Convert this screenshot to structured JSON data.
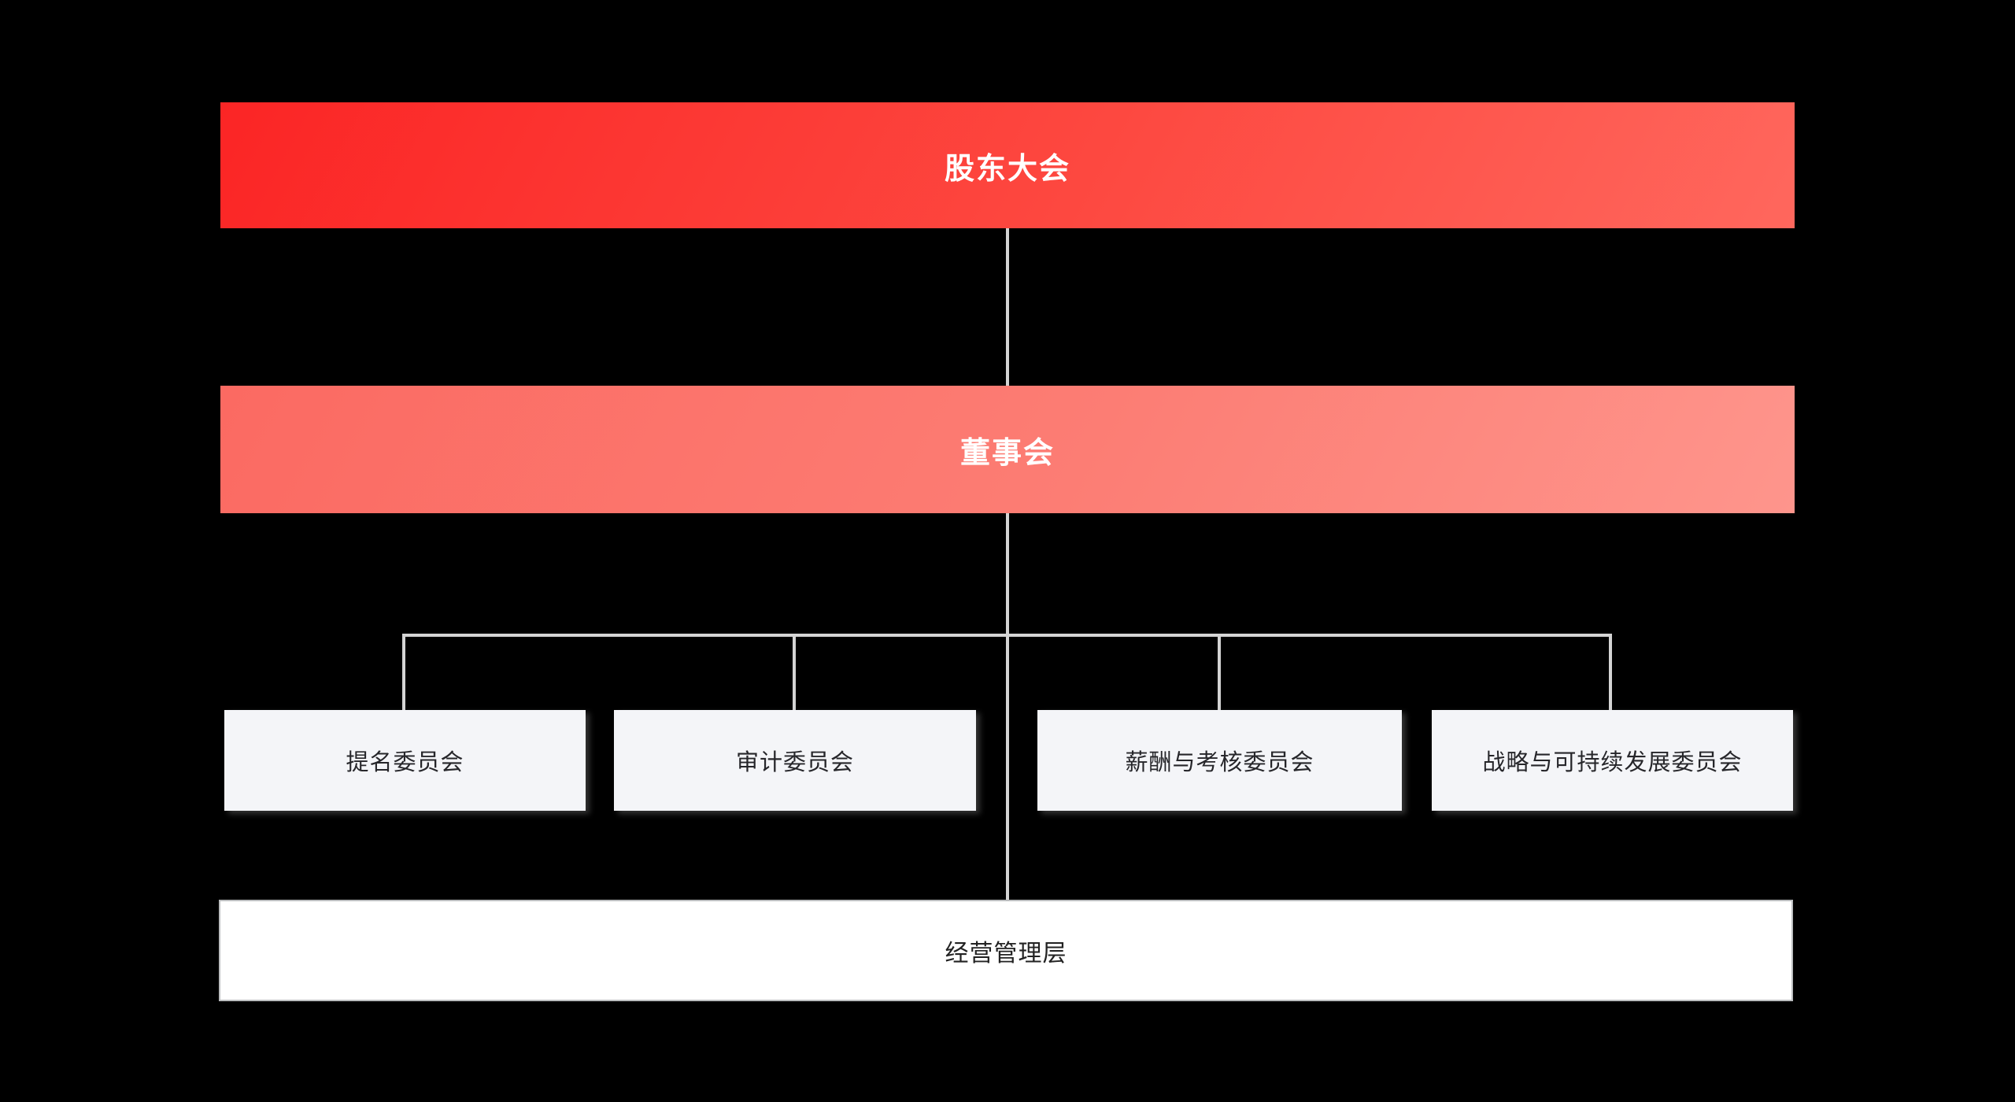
{
  "diagram": {
    "type": "org-chart",
    "description": "corporate governance structure",
    "background": "#000000",
    "connector_color": "#d4d4d4",
    "nodes": {
      "shareholders": {
        "label": "股东大会",
        "gradient_from": "#fb2525",
        "gradient_to": "#ff675d",
        "text_color": "#ffffff"
      },
      "board": {
        "label": "董事会",
        "gradient_from": "#fb6a62",
        "gradient_to": "#fe958c",
        "text_color": "#ffffff"
      },
      "committees": [
        {
          "label": "提名委员会"
        },
        {
          "label": "审计委员会"
        },
        {
          "label": "薪酬与考核委员会"
        },
        {
          "label": "战略与可持续发展委员会"
        }
      ],
      "committee_style": {
        "fill": "#f4f5f8",
        "text_color": "#26262a"
      },
      "management": {
        "label": "经营管理层",
        "fill": "#ffffff",
        "border_color": "#bbbdbf",
        "text_color": "#222222"
      }
    },
    "edges": [
      {
        "from": "股东大会",
        "to": "董事会"
      },
      {
        "from": "董事会",
        "to": "提名委员会"
      },
      {
        "from": "董事会",
        "to": "审计委员会"
      },
      {
        "from": "董事会",
        "to": "薪酬与考核委员会"
      },
      {
        "from": "董事会",
        "to": "战略与可持续发展委员会"
      },
      {
        "from": "董事会",
        "to": "经营管理层"
      }
    ]
  }
}
